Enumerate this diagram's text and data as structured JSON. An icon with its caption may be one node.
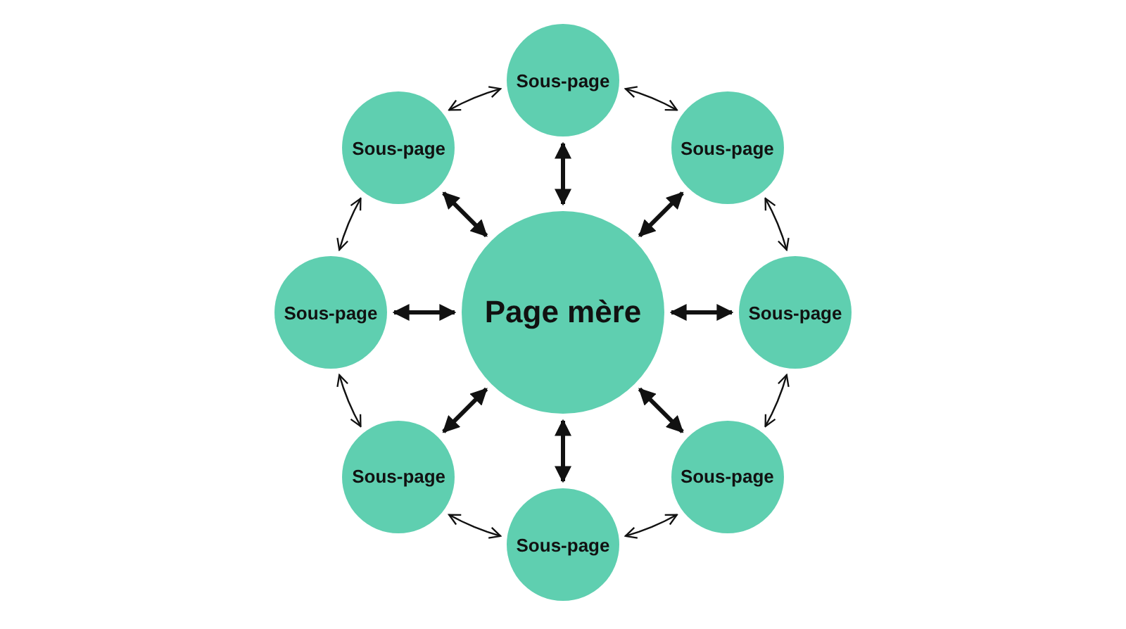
{
  "diagram": {
    "nodes": [
      {
        "text": [
          "Page mère"
        ]
      },
      {
        "text": [
          "Sous-page"
        ]
      },
      {
        "text": [
          "Sous-page"
        ]
      },
      {
        "text": [
          "Sous-page"
        ]
      },
      {
        "text": [
          "Sous-page"
        ]
      },
      {
        "text": [
          "Sous-page"
        ]
      },
      {
        "text": [
          "Sous-page"
        ]
      },
      {
        "text": [
          "Sous-page"
        ]
      },
      {
        "text": [
          "Sous-page"
        ]
      }
    ],
    "edges": [
      {
        "from": 0,
        "to": 1,
        "arrow": "both",
        "style": "thick"
      },
      {
        "from": 0,
        "to": 2,
        "arrow": "both",
        "style": "thick"
      },
      {
        "from": 0,
        "to": 3,
        "arrow": "both",
        "style": "thick"
      },
      {
        "from": 0,
        "to": 4,
        "arrow": "both",
        "style": "thick"
      },
      {
        "from": 0,
        "to": 5,
        "arrow": "both",
        "style": "thick"
      },
      {
        "from": 0,
        "to": 6,
        "arrow": "both",
        "style": "thick"
      },
      {
        "from": 0,
        "to": 7,
        "arrow": "both",
        "style": "thick"
      },
      {
        "from": 0,
        "to": 8,
        "arrow": "both",
        "style": "thick"
      },
      {
        "from": 1,
        "to": 2,
        "arrow": "both"
      },
      {
        "from": 2,
        "to": 3,
        "arrow": "both"
      },
      {
        "from": 3,
        "to": 4,
        "arrow": "both"
      },
      {
        "from": 4,
        "to": 5,
        "arrow": "both"
      },
      {
        "from": 5,
        "to": 6,
        "arrow": "both"
      },
      {
        "from": 6,
        "to": 7,
        "arrow": "both"
      },
      {
        "from": 7,
        "to": 8,
        "arrow": "both"
      },
      {
        "from": 8,
        "to": 1,
        "arrow": "both"
      }
    ]
  }
}
